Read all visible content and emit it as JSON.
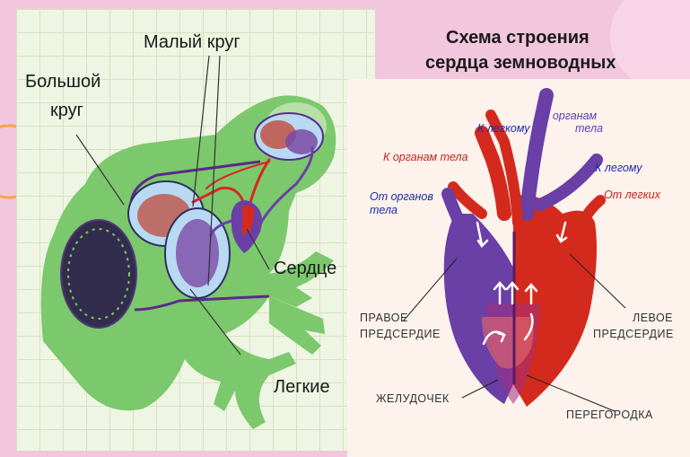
{
  "title": {
    "line1": "Схема строения",
    "line2": "сердца земноводных"
  },
  "frog_labels": {
    "small_circle": "Малый круг",
    "big_circle_line1": "Большой",
    "big_circle_line2": "круг",
    "heart": "Сердце",
    "lungs": "Легкие"
  },
  "heart_labels": {
    "to_organs_top_1": "К органам",
    "to_organs_top_2": "тела",
    "to_lung_top": "К легкому",
    "to_organs_left": "К органам тела",
    "to_lung_right": "К легому",
    "from_organs_1": "От органов",
    "from_organs_2": "тела",
    "from_lungs": "От легких",
    "right_atrium_1": "ПРАВОЕ",
    "right_atrium_2": "ПРЕДСЕРДИЕ",
    "left_atrium_1": "ЛЕВОЕ",
    "left_atrium_2": "ПРЕДСЕРДИЕ",
    "ventricle": "ЖЕЛУДОЧЕК",
    "septum": "ПЕРЕГОРОДКА"
  },
  "colors": {
    "frog_body": "#7cc86c",
    "arterial": "#d42a1e",
    "venous": "#6a3fa6",
    "background": "#f2c6dc"
  }
}
